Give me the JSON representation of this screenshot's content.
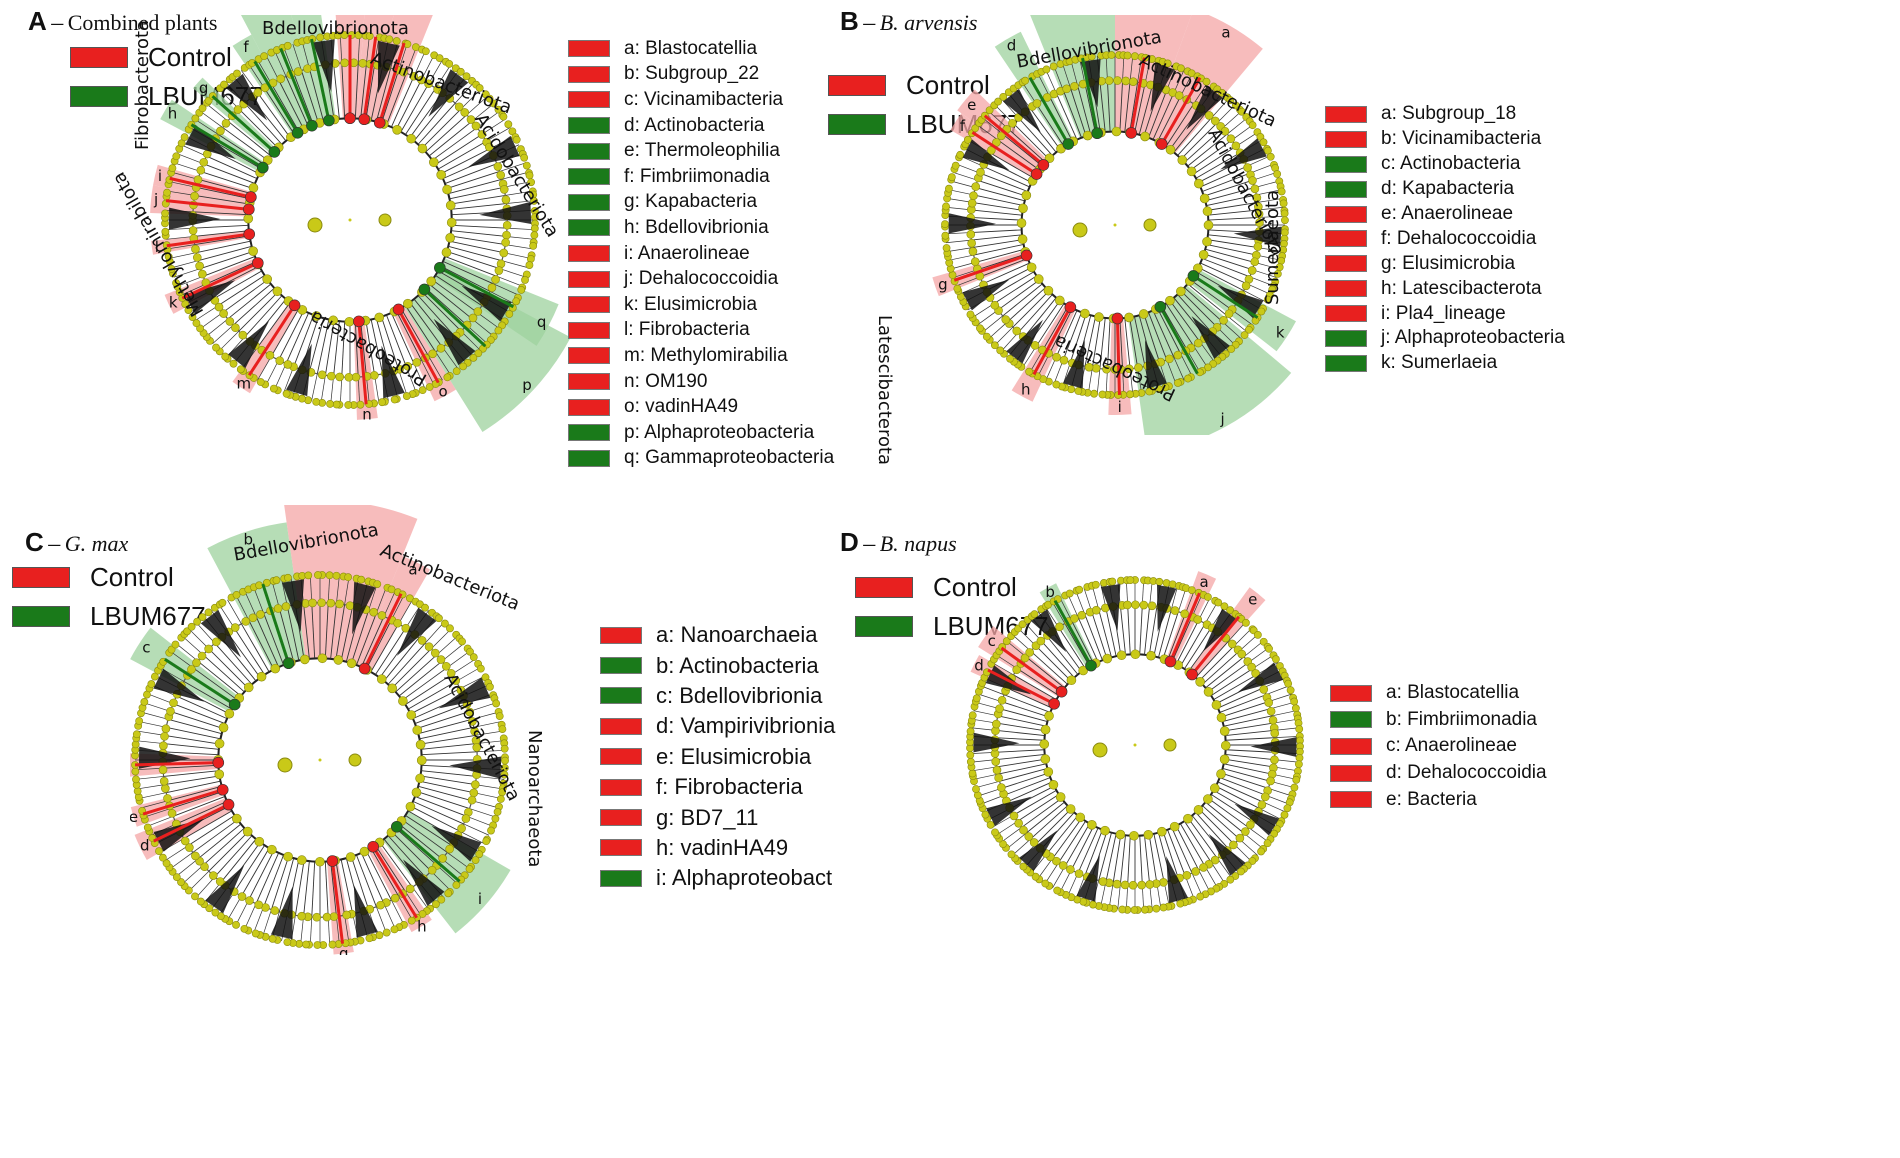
{
  "colors": {
    "control": "#e8201f",
    "lbum677": "#1a7a1a",
    "node": "#c9c918",
    "node_stroke": "#8a8a10",
    "control_shade": "#f4a6a6",
    "lbum_shade": "#9ed19e"
  },
  "group_labels": {
    "control": "Control",
    "lbum677": "LBUM677"
  },
  "panels": [
    {
      "letter": "A",
      "dash": "–",
      "name": "Combined plants",
      "italic": false,
      "clade_labels": [
        "Bdellovibrionota",
        "Actinobacteriota",
        "Acidobacteriota",
        "Fibrobacterota",
        "Methylomirabilota",
        "Proteobacteria"
      ],
      "legend": [
        {
          "key": "a",
          "name": "Blastocatellia",
          "group": "control"
        },
        {
          "key": "b",
          "name": "Subgroup_22",
          "group": "control"
        },
        {
          "key": "c",
          "name": "Vicinamibacteria",
          "group": "control"
        },
        {
          "key": "d",
          "name": "Actinobacteria",
          "group": "lbum677"
        },
        {
          "key": "e",
          "name": "Thermoleophilia",
          "group": "lbum677"
        },
        {
          "key": "f",
          "name": "Fimbriimonadia",
          "group": "lbum677"
        },
        {
          "key": "g",
          "name": "Kapabacteria",
          "group": "lbum677"
        },
        {
          "key": "h",
          "name": "Bdellovibrionia",
          "group": "lbum677"
        },
        {
          "key": "i",
          "name": "Anaerolineae",
          "group": "control"
        },
        {
          "key": "j",
          "name": "Dehalococcoidia",
          "group": "control"
        },
        {
          "key": "k",
          "name": "Elusimicrobia",
          "group": "control"
        },
        {
          "key": "l",
          "name": "Fibrobacteria",
          "group": "control"
        },
        {
          "key": "m",
          "name": "Methylomirabilia",
          "group": "control"
        },
        {
          "key": "n",
          "name": "OM190",
          "group": "control"
        },
        {
          "key": "o",
          "name": "vadinHA49",
          "group": "control"
        },
        {
          "key": "p",
          "name": "Alphaproteobacteria",
          "group": "lbum677"
        },
        {
          "key": "q",
          "name": "Gammaproteobacteria",
          "group": "lbum677"
        }
      ]
    },
    {
      "letter": "B",
      "dash": "–",
      "name": "B. arvensis",
      "italic": true,
      "clade_labels": [
        "Bdellovibrionota",
        "Actinobacteriota",
        "Acidobacteriota",
        "Latescibacterota",
        "Sumerlaeota",
        "Proteobacteria"
      ],
      "legend": [
        {
          "key": "a",
          "name": "Subgroup_18",
          "group": "control"
        },
        {
          "key": "b",
          "name": "Vicinamibacteria",
          "group": "control"
        },
        {
          "key": "c",
          "name": "Actinobacteria",
          "group": "lbum677"
        },
        {
          "key": "d",
          "name": "Kapabacteria",
          "group": "lbum677"
        },
        {
          "key": "e",
          "name": "Anaerolineae",
          "group": "control"
        },
        {
          "key": "f",
          "name": "Dehalococcoidia",
          "group": "control"
        },
        {
          "key": "g",
          "name": "Elusimicrobia",
          "group": "control"
        },
        {
          "key": "h",
          "name": "Latescibacterota",
          "group": "control"
        },
        {
          "key": "i",
          "name": "Pla4_lineage",
          "group": "control"
        },
        {
          "key": "j",
          "name": "Alphaproteobacteria",
          "group": "lbum677"
        },
        {
          "key": "k",
          "name": "Sumerlaeia",
          "group": "lbum677"
        }
      ]
    },
    {
      "letter": "C",
      "dash": "–",
      "name": "G. max",
      "italic": true,
      "clade_labels": [
        "Bdellovibrionota",
        "Actinobacteriota",
        "Acidobacteriota",
        "Nanoarchaeota"
      ],
      "legend": [
        {
          "key": "a",
          "name": "Nanoarchaeia",
          "group": "control"
        },
        {
          "key": "b",
          "name": "Actinobacteria",
          "group": "lbum677"
        },
        {
          "key": "c",
          "name": "Bdellovibrionia",
          "group": "lbum677"
        },
        {
          "key": "d",
          "name": "Vampirivibrionia",
          "group": "control"
        },
        {
          "key": "e",
          "name": "Elusimicrobia",
          "group": "control"
        },
        {
          "key": "f",
          "name": "Fibrobacteria",
          "group": "control"
        },
        {
          "key": "g",
          "name": "BD7_11",
          "group": "control"
        },
        {
          "key": "h",
          "name": "vadinHA49",
          "group": "control"
        },
        {
          "key": "i",
          "name": "Alphaproteobact",
          "group": "lbum677"
        }
      ]
    },
    {
      "letter": "D",
      "dash": "–",
      "name": "B. napus",
      "italic": true,
      "clade_labels": [],
      "legend": [
        {
          "key": "a",
          "name": "Blastocatellia",
          "group": "control"
        },
        {
          "key": "b",
          "name": "Fimbriimonadia",
          "group": "lbum677"
        },
        {
          "key": "c",
          "name": "Anaerolineae",
          "group": "control"
        },
        {
          "key": "d",
          "name": "Dehalococcoidia",
          "group": "control"
        },
        {
          "key": "e",
          "name": "Bacteria",
          "group": "control"
        }
      ]
    }
  ]
}
